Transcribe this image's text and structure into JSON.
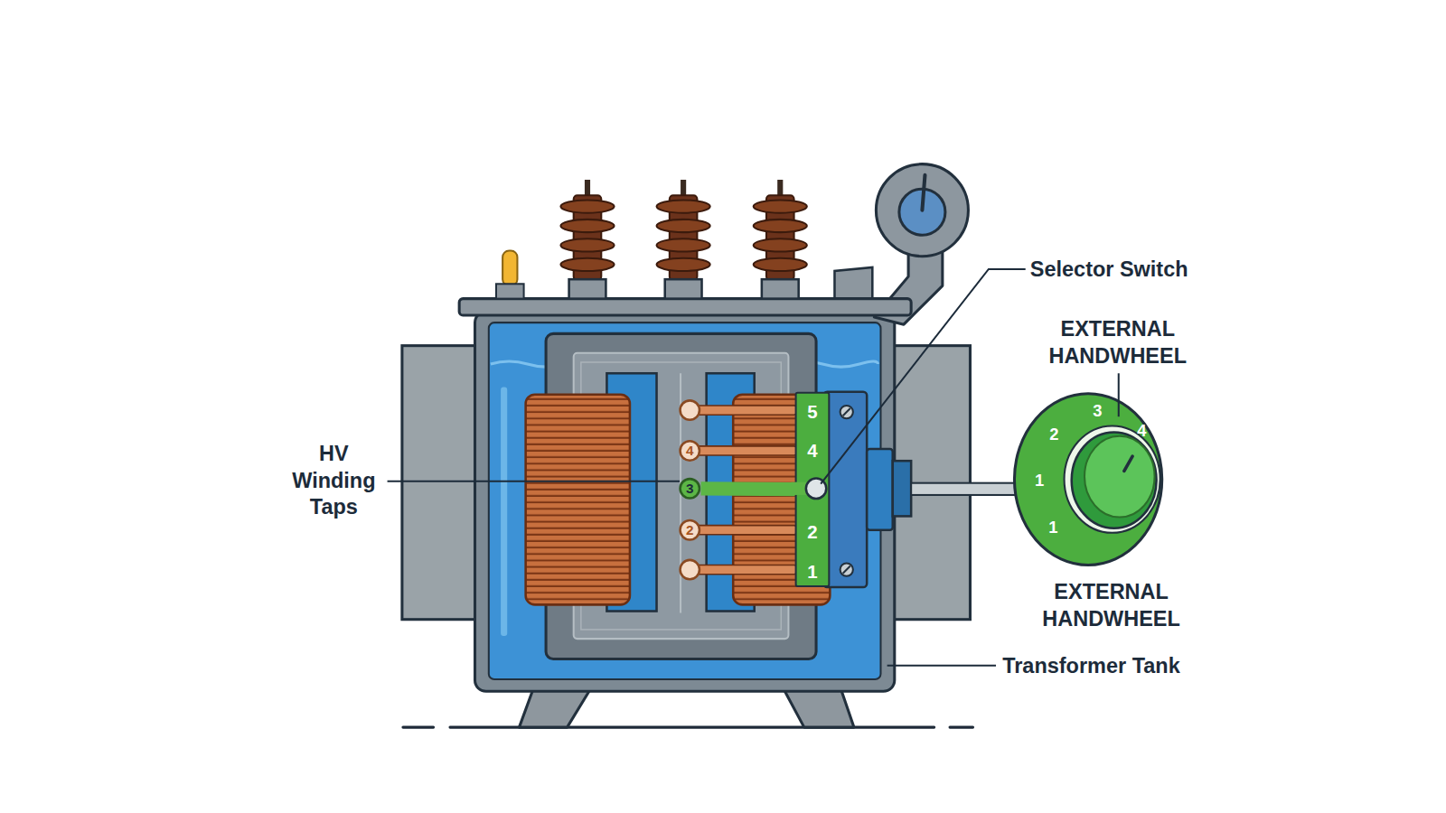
{
  "diagram": {
    "nodes": [
      {
        "text": [
          "5",
          "4",
          "2",
          "1"
        ]
      },
      {
        "text": [
          "4"
        ]
      },
      {
        "text": [
          "3"
        ]
      },
      {
        "text": [
          "2"
        ]
      },
      {
        "text": [
          "3",
          "2",
          "4",
          "1",
          "1"
        ]
      }
    ],
    "edges": [
      {
        "from": 2,
        "to": 0,
        "arrow": "none"
      }
    ],
    "labels": [
      "Selector Switch",
      "EXTERNAL HANDWHEEL",
      "HV Winding Taps",
      "EXTERNAL HANDWHEEL",
      "Transformer Tank"
    ]
  }
}
